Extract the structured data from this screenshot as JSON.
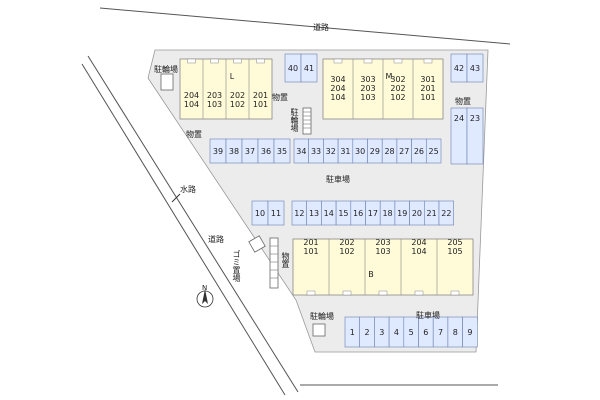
{
  "labels": {
    "road_top": "道路",
    "road_left": "道路",
    "waterway": "水路",
    "parking_main": "駐車場",
    "parking_bottom": "駐車場",
    "bike_top_left": "駐輪場",
    "bike_center": "駐輪場",
    "bike_bottom": "駐輪場",
    "storage_1": "物置",
    "storage_2": "物置",
    "storage_3": "物置",
    "storage_4": "物置",
    "garbage": "ゴミ置場",
    "north": "N"
  },
  "buildings": [
    {
      "id": "L",
      "letter": "L",
      "units": [
        [
          "204",
          "104"
        ],
        [
          "203",
          "103"
        ],
        [
          "202",
          "102"
        ],
        [
          "201",
          "101"
        ]
      ]
    },
    {
      "id": "M",
      "letter": "M",
      "units": [
        [
          "304",
          "204",
          "104"
        ],
        [
          "303",
          "203",
          "103"
        ],
        [
          "302",
          "202",
          "102"
        ],
        [
          "301",
          "201",
          "101"
        ]
      ]
    },
    {
      "id": "B",
      "letter": "B",
      "units": [
        [
          "201",
          "101"
        ],
        [
          "202",
          "102"
        ],
        [
          "203",
          "103"
        ],
        [
          "204",
          "104"
        ],
        [
          "205",
          "105"
        ]
      ]
    }
  ],
  "parking": {
    "row_40_41": [
      "40",
      "41"
    ],
    "row_42_43": [
      "42",
      "43"
    ],
    "row_24_23": [
      "24",
      "23"
    ],
    "row_39_35": [
      "39",
      "38",
      "37",
      "36",
      "35"
    ],
    "row_34_25": [
      "34",
      "33",
      "32",
      "31",
      "30",
      "29",
      "28",
      "27",
      "26",
      "25"
    ],
    "row_10_11": [
      "10",
      "11"
    ],
    "row_12_22": [
      "12",
      "13",
      "14",
      "15",
      "16",
      "17",
      "18",
      "19",
      "20",
      "21",
      "22"
    ],
    "row_1_9": [
      "1",
      "2",
      "3",
      "4",
      "5",
      "6",
      "7",
      "8",
      "9"
    ]
  },
  "colors": {
    "site": "#ececec",
    "building": "#fffbd8",
    "parking": "#dfe9ff",
    "outline": "#888888",
    "road_line": "#555555"
  }
}
